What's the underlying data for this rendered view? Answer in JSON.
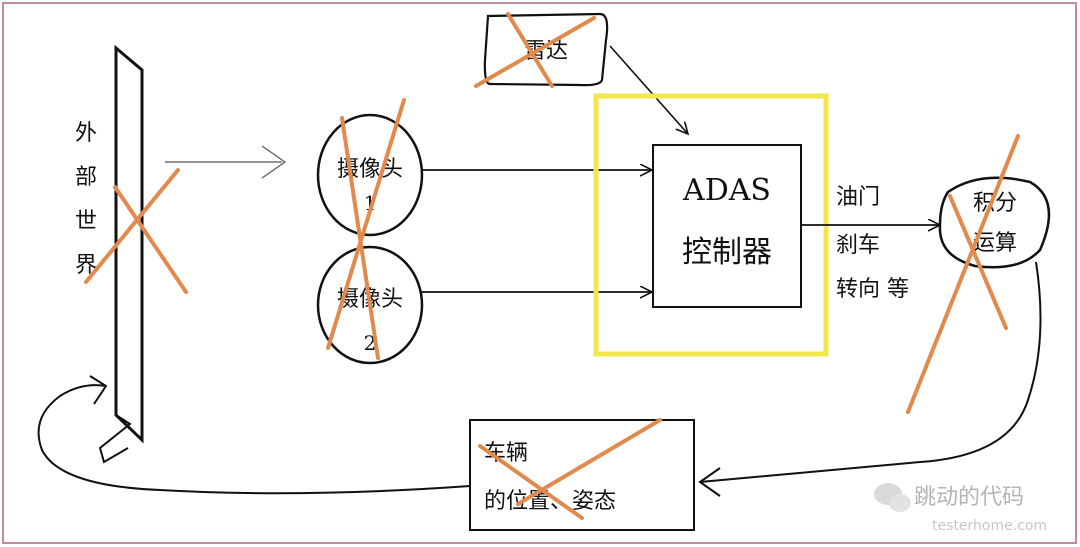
{
  "labels": {
    "outside_world": [
      "外",
      "部",
      "世",
      "界"
    ],
    "radar": "雷达",
    "camera1_top": "摄像头",
    "camera1_bottom": "1",
    "camera2_top": "摄像头",
    "camera2_bottom": "2",
    "adas_line1": "ADAS",
    "adas_line2": "控制器",
    "control_line1": "油门",
    "control_line2": "刹车",
    "control_line3": "转向 等",
    "integral_line1": "积分",
    "integral_line2": "运算",
    "vehicle_line1": "车辆",
    "vehicle_line2": "的位置、姿态"
  },
  "watermark": {
    "line1": "跳动的代码",
    "line2": "testerhome.com"
  },
  "colors": {
    "cross": "#E2894E",
    "highlight": "#F2E84A",
    "frame": "#C08C9C",
    "ink": "#111111"
  }
}
